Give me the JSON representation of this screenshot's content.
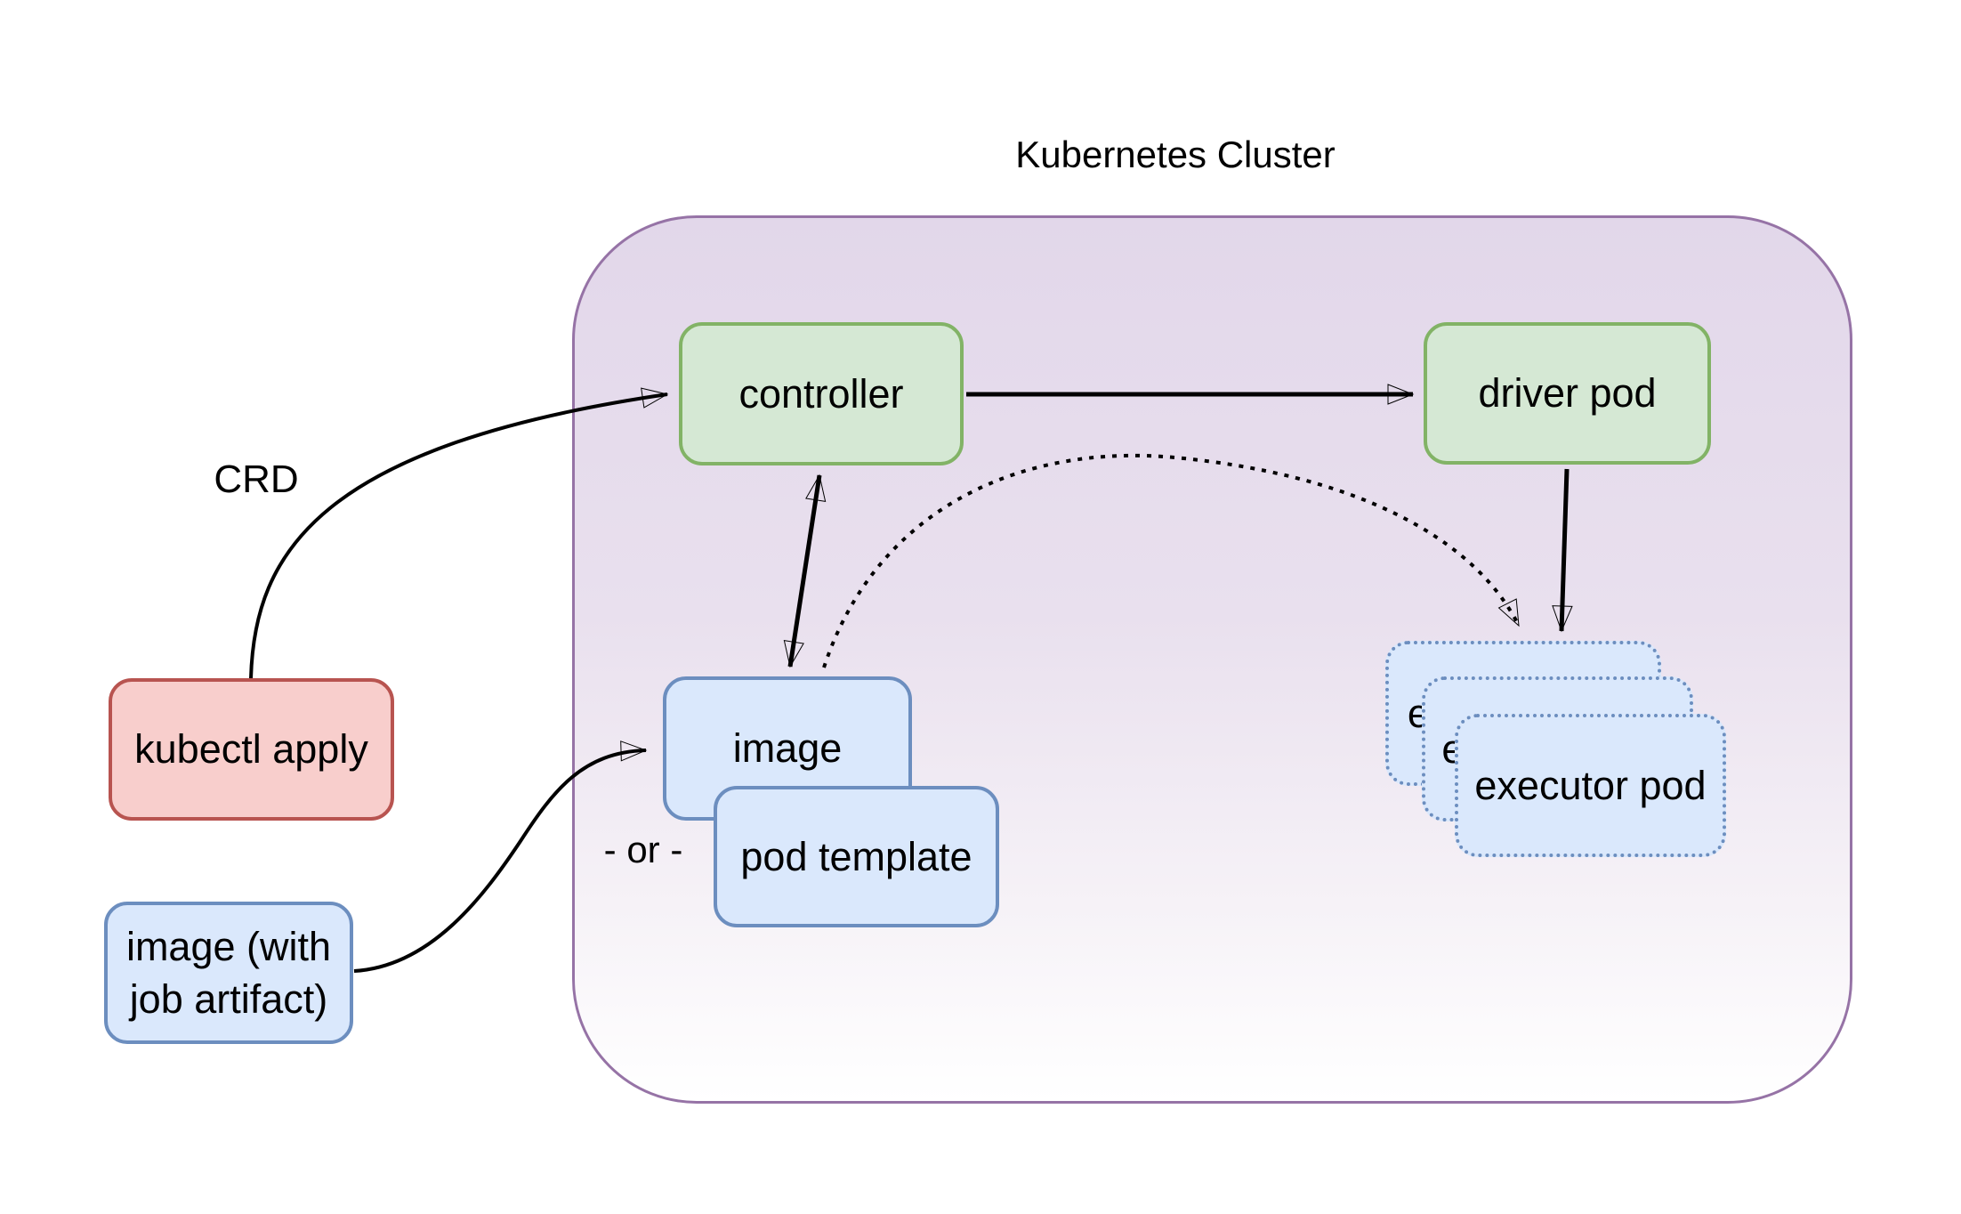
{
  "title": "Kubernetes Cluster",
  "labels": {
    "crd": "CRD",
    "or": "- or -"
  },
  "nodes": {
    "controller": {
      "label": "controller",
      "type": "green"
    },
    "driver_pod": {
      "label": "driver pod",
      "type": "green"
    },
    "image": {
      "label": "image",
      "type": "blue"
    },
    "pod_template": {
      "label": "pod template",
      "type": "blue"
    },
    "kubectl_apply": {
      "label": "kubectl apply",
      "type": "red"
    },
    "image_with_job_artifact": {
      "line1": "image (with",
      "line2": "job artifact)",
      "type": "blue"
    },
    "executor_pod": {
      "label": "executor pod",
      "type": "blue-dotted",
      "count": 3
    }
  },
  "connectors": [
    {
      "from": "kubectl_apply",
      "to": "controller",
      "label": "CRD",
      "style": "solid-curve",
      "arrow": "end"
    },
    {
      "from": "controller",
      "to": "driver_pod",
      "style": "solid-line",
      "arrow": "end"
    },
    {
      "from": "controller",
      "to": "image",
      "style": "solid-line",
      "arrow": "both"
    },
    {
      "from": "driver_pod",
      "to": "executor_pod",
      "style": "solid-line",
      "arrow": "end"
    },
    {
      "from": "image",
      "to": "executor_pod",
      "style": "dotted-curve",
      "arrow": "end"
    },
    {
      "from": "image_with_job_artifact",
      "to": "image",
      "label": "- or -",
      "style": "solid-curve",
      "arrow": "end"
    }
  ],
  "colors": {
    "cluster_border": "#9673a6",
    "cluster_fill_top": "#e2d7ea",
    "cluster_fill_bottom": "#ffffff",
    "green_fill": "#d5e8d4",
    "green_border": "#82b366",
    "blue_fill": "#dae8fc",
    "blue_border": "#6c8ebf",
    "red_fill": "#f8cecc",
    "red_border": "#b85450",
    "connector": "#000000",
    "text": "#000000",
    "background": "#ffffff"
  }
}
